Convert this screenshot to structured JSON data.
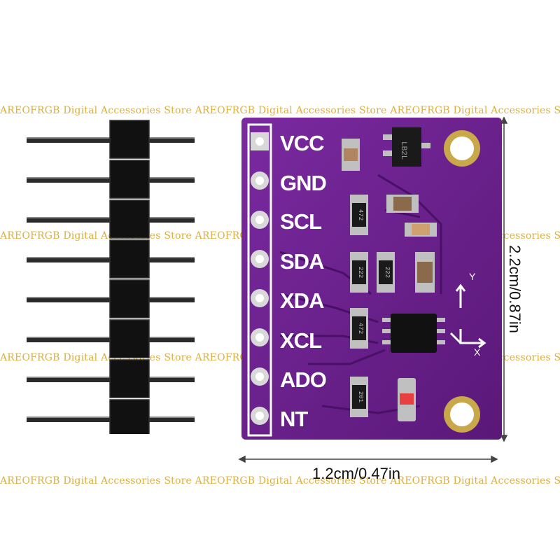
{
  "watermark": {
    "text": "AREOFRGB Digital Accessories Store AREOFRGB Digital Accessories Store AREOFRGB Digital Accessories Store AREOFRGB Digital Accessories Store AREOFRGB Digital Accessories Store",
    "color": "#d8a21a"
  },
  "board": {
    "color": "#6a1f8a",
    "pin_labels": [
      "VCC",
      "GND",
      "SCL",
      "SDA",
      "XDA",
      "XCL",
      "ADO",
      "NT"
    ],
    "chip_marking": "LB2L",
    "resistor_markings": [
      "472",
      "472",
      "222",
      "222",
      "472",
      "201"
    ],
    "axis_labels": [
      "Y",
      "X"
    ]
  },
  "pin_header": {
    "pin_count": 8,
    "plastic_color": "#111111",
    "pin_color": "#2a2a2a"
  },
  "dimensions": {
    "width": "1.2cm/0.47in",
    "height": "2.2cm/0.87in"
  }
}
